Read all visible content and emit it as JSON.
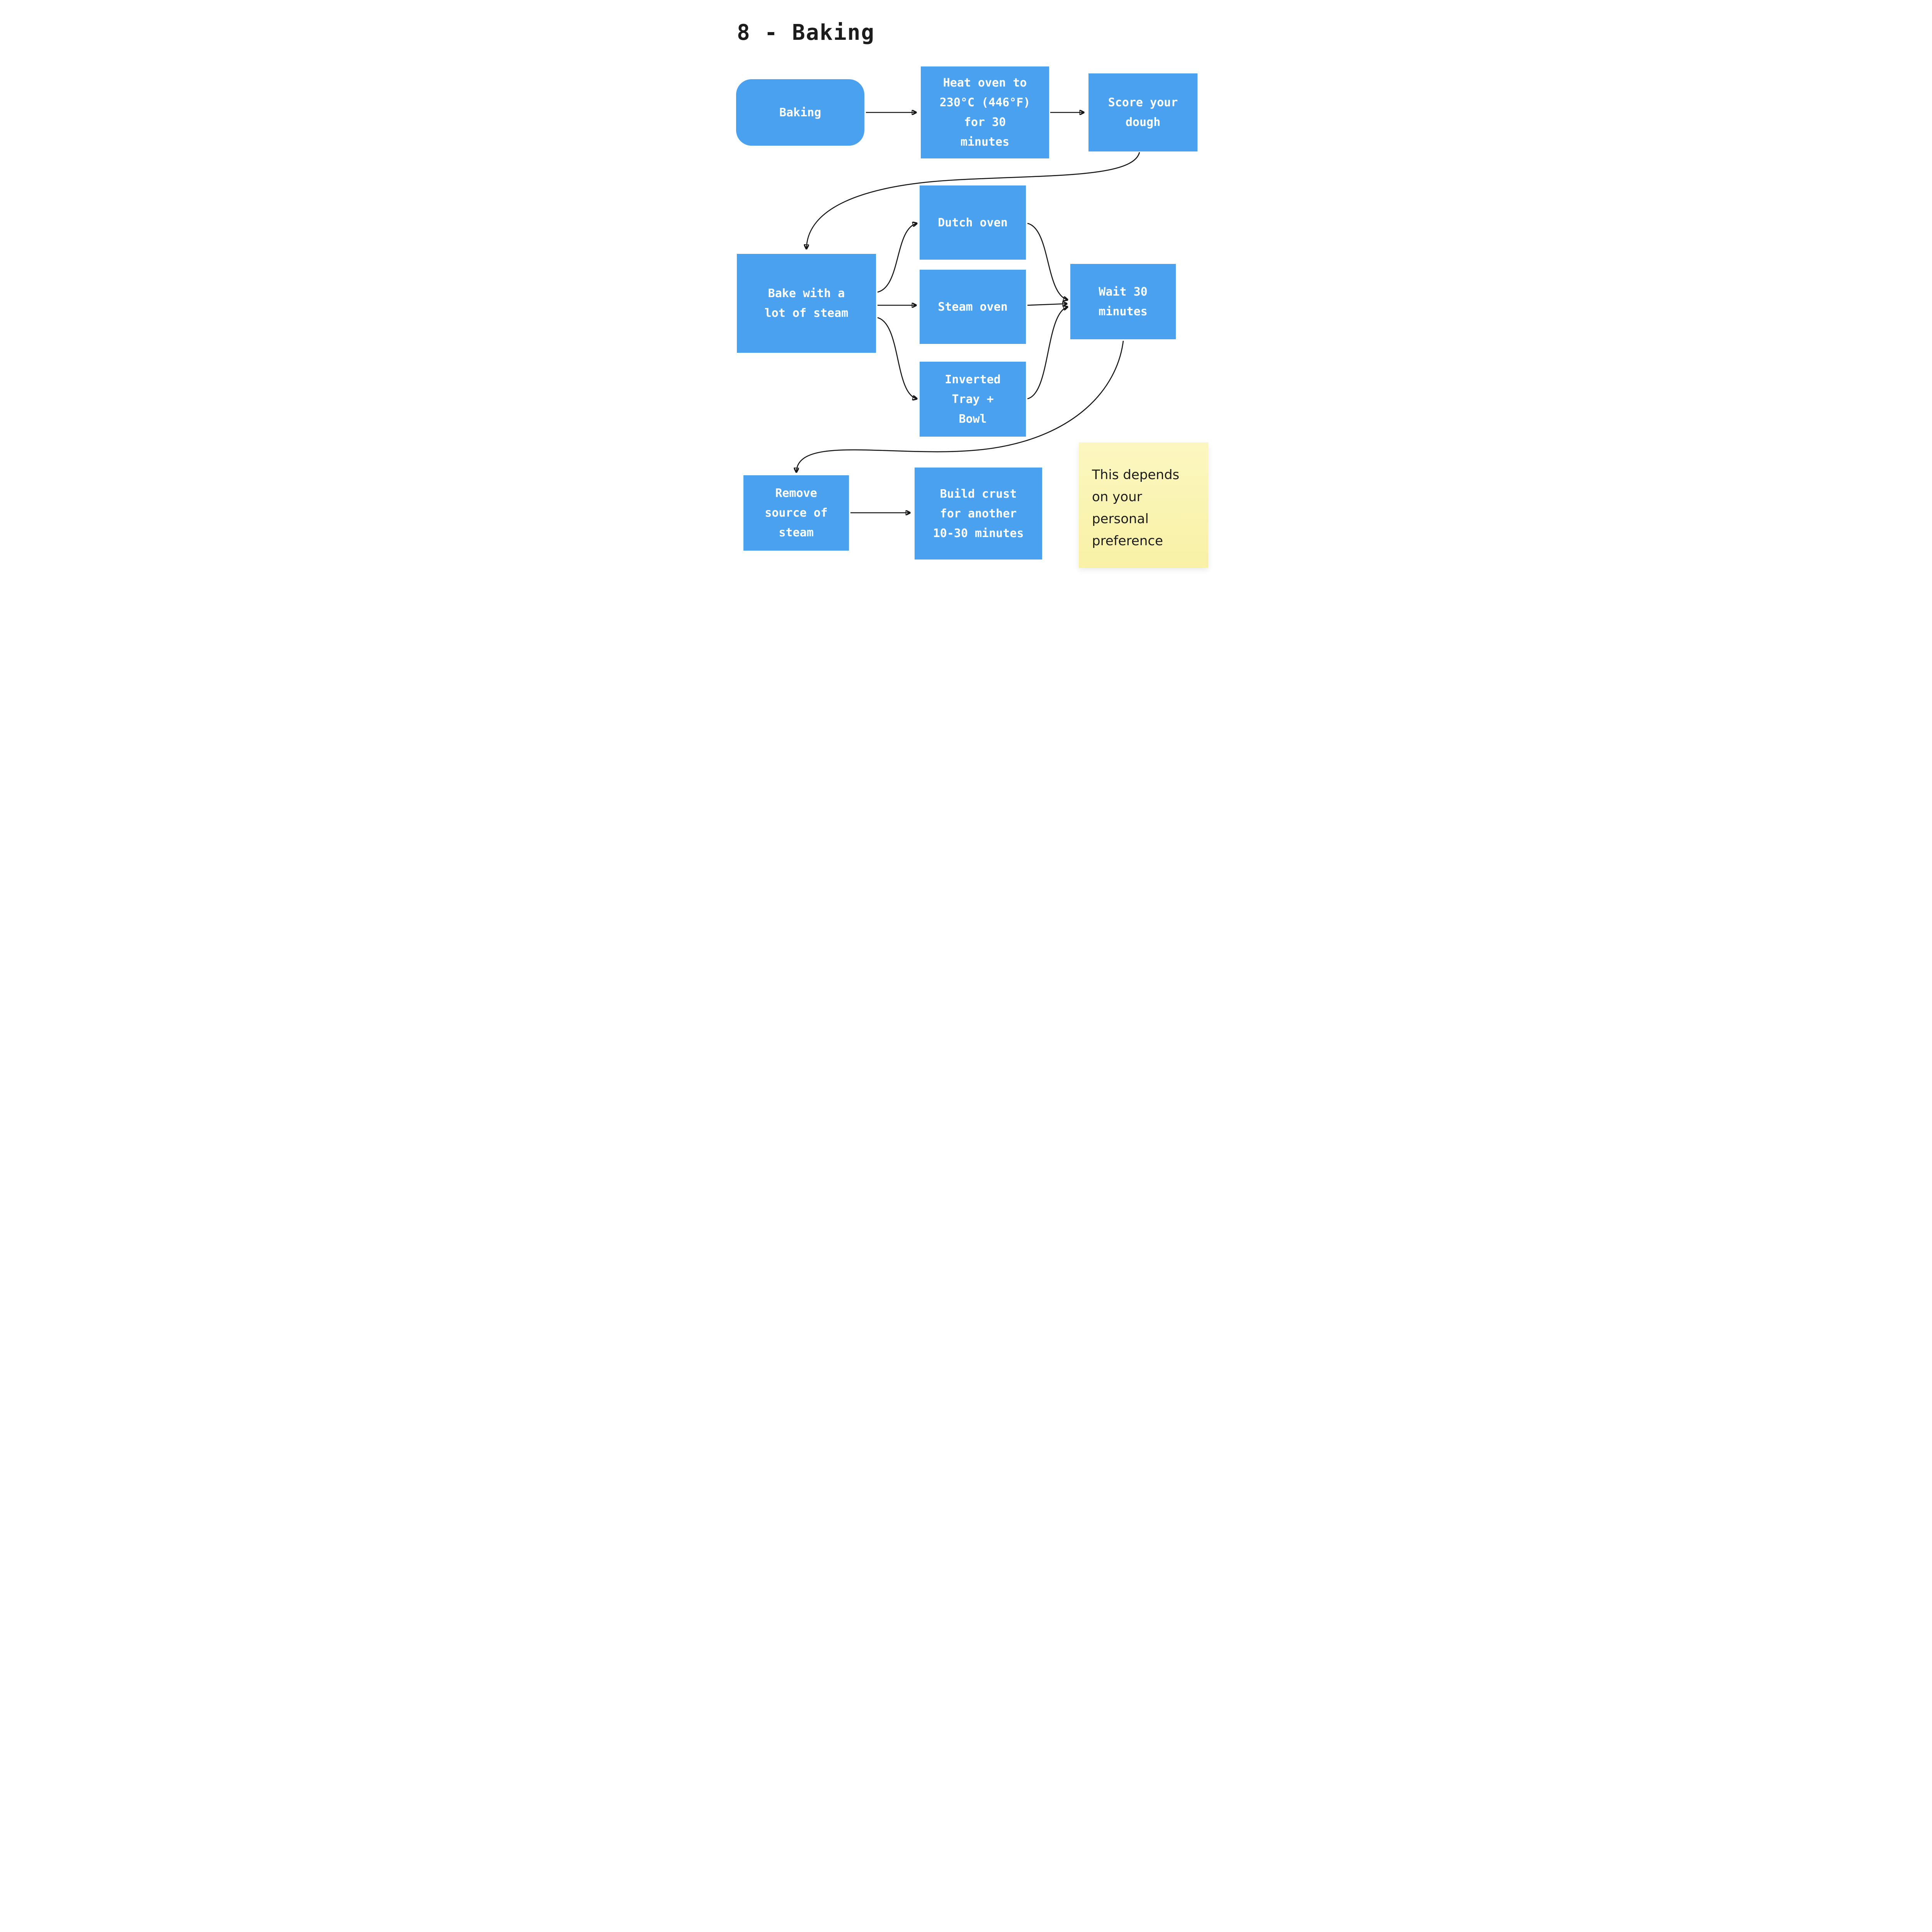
{
  "title": "8 - Baking",
  "colors": {
    "node_fill": "#4aa1f0",
    "node_text": "#ffffff",
    "arrow": "#141414",
    "sticky_note": "#f9f3ae",
    "background": "#ffffff"
  },
  "nodes": [
    {
      "id": "baking",
      "label": "Baking"
    },
    {
      "id": "heat-oven",
      "label": "Heat oven to\n230°C (446°F)\nfor 30\nminutes"
    },
    {
      "id": "score-dough",
      "label": "Score your\ndough"
    },
    {
      "id": "bake-steam",
      "label": "Bake with a\nlot of steam"
    },
    {
      "id": "dutch-oven",
      "label": "Dutch oven"
    },
    {
      "id": "steam-oven",
      "label": "Steam oven"
    },
    {
      "id": "inverted-tray",
      "label": "Inverted\nTray +\nBowl"
    },
    {
      "id": "wait-30",
      "label": "Wait 30\nminutes"
    },
    {
      "id": "remove-steam",
      "label": "Remove\nsource of\nsteam"
    },
    {
      "id": "build-crust",
      "label": "Build crust\nfor another\n10-30 minutes"
    }
  ],
  "note": {
    "label": "This depends\non your\npersonal\npreference"
  }
}
